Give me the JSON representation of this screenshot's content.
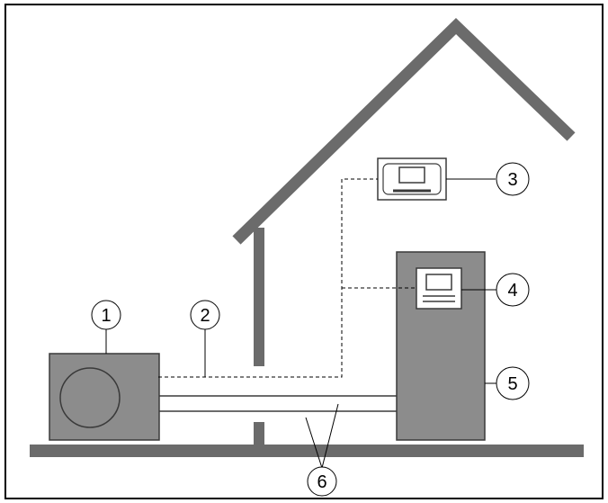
{
  "callouts": [
    {
      "id": "1",
      "label": "1"
    },
    {
      "id": "2",
      "label": "2"
    },
    {
      "id": "3",
      "label": "3"
    },
    {
      "id": "4",
      "label": "4"
    },
    {
      "id": "5",
      "label": "5"
    },
    {
      "id": "6",
      "label": "6"
    }
  ],
  "colors": {
    "frame": "#000000",
    "house": "#6b6b6b",
    "unit_fill": "#8c8c8c",
    "unit_stroke": "#3a3a3a",
    "pipe_fill": "#ffffff",
    "line": "#000000",
    "display_fill": "#ffffff",
    "display_screen": "#ffffff"
  }
}
